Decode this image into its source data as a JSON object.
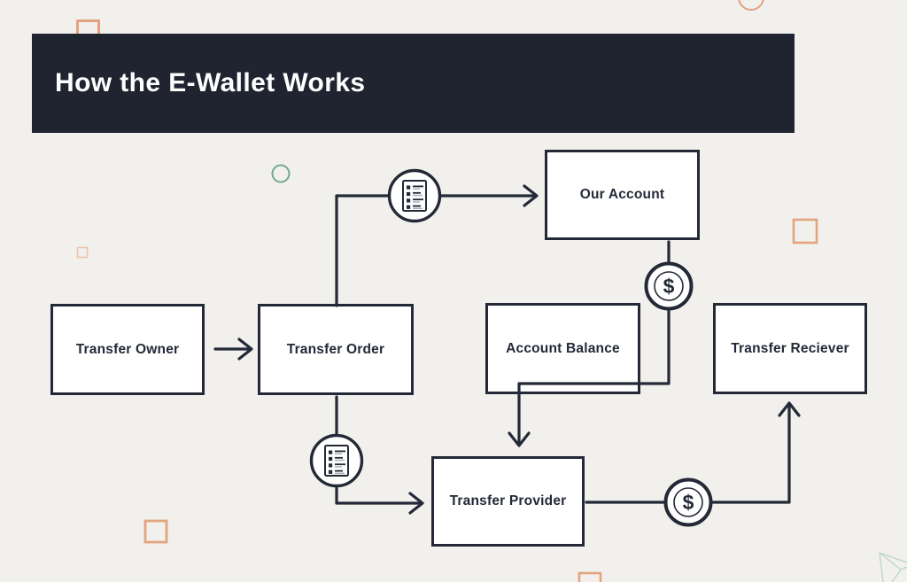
{
  "colors": {
    "bg": "#F2F0ED",
    "bar": "#1F2430",
    "ink": "#232936",
    "box_fill": "#FFFFFF",
    "orange": "#E2A37E",
    "orange_faint": "#EAC3AB",
    "green": "#6FA98C",
    "pale_green": "#BCD6C8",
    "doc_muted": "#A8AEB8"
  },
  "header": {
    "title": "How the E-Wallet Works"
  },
  "diagram": {
    "nodes": [
      {
        "id": "transfer-owner",
        "label": "Transfer Owner"
      },
      {
        "id": "transfer-order",
        "label": "Transfer Order"
      },
      {
        "id": "our-account",
        "label": "Our Account"
      },
      {
        "id": "account-balance",
        "label": "Account Balance"
      },
      {
        "id": "transfer-reciever",
        "label": "Transfer Reciever"
      },
      {
        "id": "transfer-provider",
        "label": "Transfer Provider"
      }
    ],
    "icons": {
      "money": {
        "name": "dollar-coin-icon",
        "glyph": "$"
      },
      "order_document": {
        "name": "checklist-document-icon"
      }
    },
    "connections": [
      "Transfer Owner -> Transfer Order",
      "Transfer Order -> [checklist document] -> Our Account",
      "Our Account -> [$ coin] -> through Account Balance -> Transfer Provider",
      "Transfer Order -> [checklist document] -> Transfer Provider",
      "Transfer Provider -> [$ coin] -> Transfer Reciever"
    ]
  }
}
